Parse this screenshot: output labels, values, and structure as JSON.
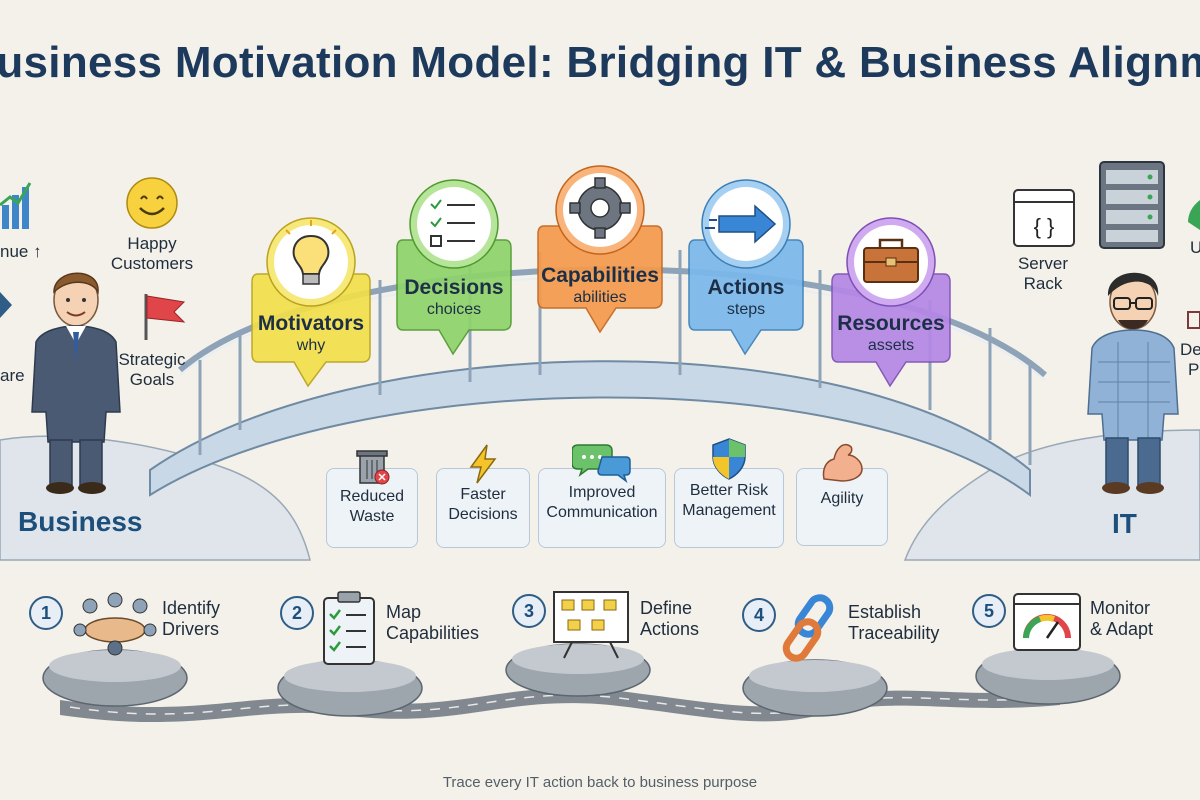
{
  "title": "usiness Motivation Model: Bridging IT & Business Alignme",
  "business": {
    "label": "Business",
    "items": {
      "revenue": "nue ↑",
      "happy_customers_1": "Happy",
      "happy_customers_2": "Customers",
      "market_share": "are",
      "strategic_goals_1": "Strategic",
      "strategic_goals_2": "Goals"
    }
  },
  "it": {
    "label": "IT",
    "items": {
      "server_rack_1": "Server",
      "server_rack_2": "Rack",
      "deploy_1": "De",
      "deploy_2": "P",
      "cut_label": "U"
    }
  },
  "bubbles": [
    {
      "title": "Motivators",
      "subtitle": "why",
      "color": "#f2df4a",
      "icon": "lightbulb-icon"
    },
    {
      "title": "Decisions",
      "subtitle": "choices",
      "color": "#8fd36b",
      "icon": "checklist-icon"
    },
    {
      "title": "Capabilities",
      "subtitle": "abilities",
      "color": "#f59a4c",
      "icon": "gear-icon"
    },
    {
      "title": "Actions",
      "subtitle": "steps",
      "color": "#7ab8ec",
      "icon": "arrow-right-icon"
    },
    {
      "title": "Resources",
      "subtitle": "assets",
      "color": "#b587e6",
      "icon": "toolbox-icon"
    }
  ],
  "benefits": [
    {
      "line1": "Reduced",
      "line2": "Waste",
      "icon": "trash-can-icon"
    },
    {
      "line1": "Faster",
      "line2": "Decisions",
      "icon": "lightning-icon"
    },
    {
      "line1": "Improved",
      "line2": "Communication",
      "icon": "chat-bubbles-icon"
    },
    {
      "line1": "Better Risk",
      "line2": "Management",
      "icon": "shield-icon"
    },
    {
      "line1": "Agility",
      "line2": "",
      "icon": "flexed-arm-icon"
    }
  ],
  "steps": [
    {
      "num": "1",
      "line1": "Identify",
      "line2": "Drivers",
      "icon": "team-meeting-icon"
    },
    {
      "num": "2",
      "line1": "Map",
      "line2": "Capabilities",
      "icon": "clipboard-icon"
    },
    {
      "num": "3",
      "line1": "Define",
      "line2": "Actions",
      "icon": "whiteboard-icon"
    },
    {
      "num": "4",
      "line1": "Establish",
      "line2": "Traceability",
      "icon": "chain-link-icon"
    },
    {
      "num": "5",
      "line1": "Monitor",
      "line2": "& Adapt",
      "icon": "dashboard-gauge-icon"
    }
  ],
  "footer": "Trace every IT action back to business purpose",
  "colors": {
    "title": "#1d3a5c",
    "bridge": "#c9d8e6",
    "background": "#f3f1ea"
  }
}
